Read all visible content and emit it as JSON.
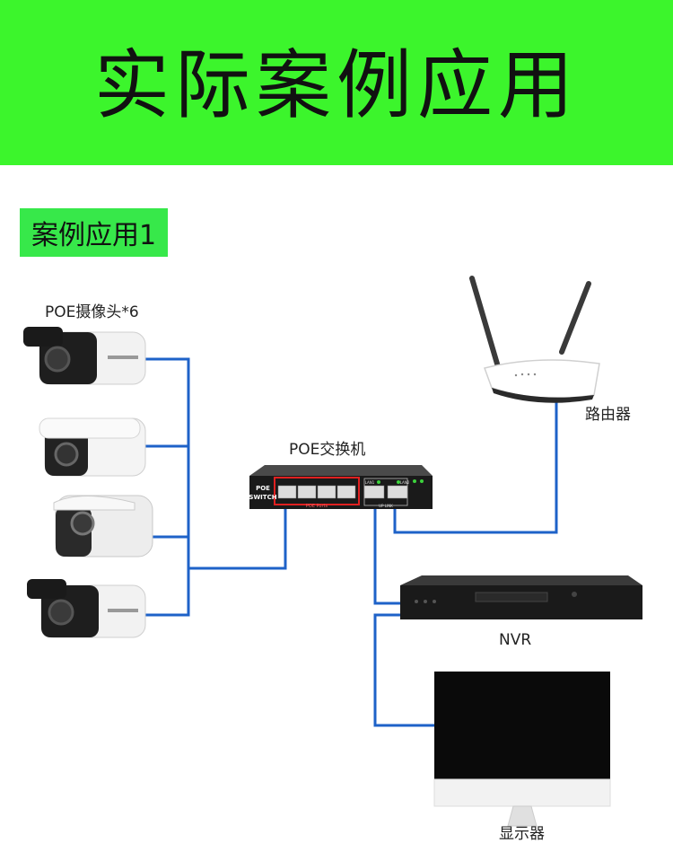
{
  "banner": {
    "title": "实际案例应用",
    "color": "#3cf52c"
  },
  "case": {
    "label": "案例应用1",
    "color": "#37e84a"
  },
  "cameras": {
    "label": "POE摄像头*6",
    "count_shown": 4
  },
  "switch": {
    "label": "POE交换机",
    "badge_line1": "POE",
    "badge_line2": "SWITCH",
    "ports_label": "POE Ports",
    "lan1": "LAN1",
    "lan2": "LAN2",
    "uplink": "UP LINK"
  },
  "router": {
    "label": "路由器"
  },
  "nvr": {
    "label": "NVR"
  },
  "monitor": {
    "label": "显示器"
  },
  "colors": {
    "cable": "#1e62c8",
    "accent_red": "#e02020"
  }
}
